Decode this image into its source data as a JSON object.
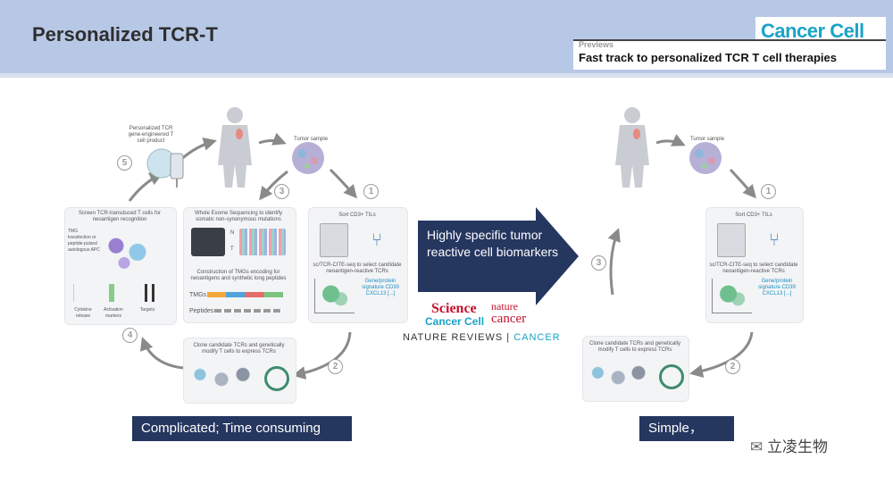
{
  "header": {
    "title": "Personalized TCR-T",
    "journal_logo": "Cancer Cell",
    "previews_label": "Previews",
    "previews_title": "Fast track to personalized TCR T cell therapies"
  },
  "left_cycle": {
    "product_label": "Personalized TCR gene-engineered T cell product",
    "tumor_sample": "Tumor sample",
    "steps": [
      "1",
      "2",
      "3",
      "4",
      "5"
    ],
    "wes_panel": {
      "title": "Whole Exome Sequencing to identify somatic non-synonymous mutations",
      "tmg_title": "Construction of TMGs encoding for neoantigens and synthetic long peptides",
      "tmgs": "TMGs",
      "peptides": "Peptides",
      "n_label": "N",
      "t_label": "T"
    },
    "screen_panel": {
      "title": "Screen TCR-transduced T cells for neoantigen recognition",
      "apc_label": "TMG transfection or peptide-pulsed autologous APC",
      "col1": "Cytokine release",
      "col2": "Activation markers",
      "col3": "Targets"
    },
    "sort_panel": {
      "title": "Sort CD3+ TILs",
      "seq_title": "sc/TCR-CITE-seq to select candidate neoantigen-reactive TCRs",
      "gene_sig": "Gene/protein signature CD39 CXCL13 [...]"
    },
    "clone_panel": {
      "title": "Clone candidate TCRs and genetically modify T cells to express TCRs"
    }
  },
  "middle": {
    "arrow_text": "Highly specific tumor reactive cell biomarkers",
    "logo_science": "Science",
    "logo_cancer_cell": "Cancer Cell",
    "logo_nature": "nature",
    "logo_nature_cancer": "cancer",
    "logo_nrc_a": "NATURE REVIEWS",
    "logo_nrc_sep": " | ",
    "logo_nrc_b": "CANCER"
  },
  "right_cycle": {
    "tumor_sample": "Tumor sample",
    "steps": [
      "1",
      "2",
      "3"
    ],
    "sort_panel": {
      "title": "Sort CD3+ TILs",
      "seq_title": "sc/TCR-CITE-seq to select candidate neoantigen-reactive TCRs",
      "gene_sig": "Gene/protein signature CD39 CXCL13 [...]"
    },
    "clone_panel": {
      "title": "Clone candidate TCRs and genetically modify T cells to express TCRs"
    }
  },
  "labels": {
    "left": "Complicated; Time consuming",
    "right": "Simple， Fast"
  },
  "watermark": "立凌生物",
  "colors": {
    "header_bg": "#b7c8e6",
    "navy": "#25365f",
    "cancer_cell_blue": "#1aa3c8",
    "science_red": "#c4122f"
  }
}
